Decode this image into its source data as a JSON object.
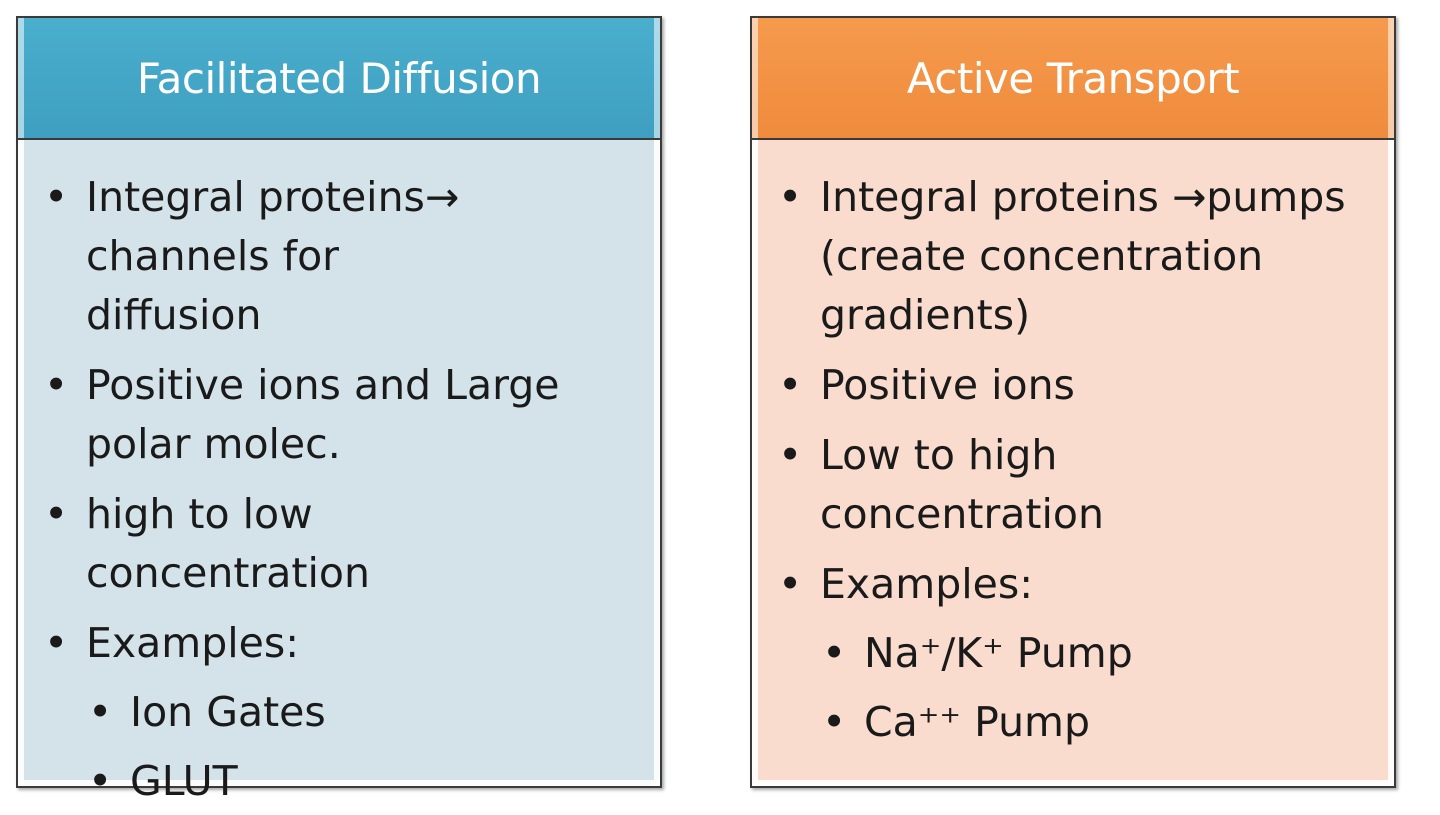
{
  "left_panel": {
    "title": "Facilitated Diffusion",
    "items": [
      "Integral proteins→ channels for diffusion",
      "Positive ions and Large polar molec.",
      "high to low concentration",
      "Examples:"
    ],
    "examples": [
      "Ion Gates",
      "GLUT"
    ],
    "colors": {
      "header": "#4aaecd",
      "body": "#d4e3e9"
    }
  },
  "right_panel": {
    "title": "Active Transport",
    "items": [
      "Integral proteins →pumps (create concentration gradients)",
      "Positive ions",
      "Low to high concentration",
      "Examples:"
    ],
    "examples": [
      "Na⁺/K⁺ Pump",
      "Ca⁺⁺ Pump"
    ],
    "colors": {
      "header": "#f59a4d",
      "body": "#f9dcce"
    }
  }
}
